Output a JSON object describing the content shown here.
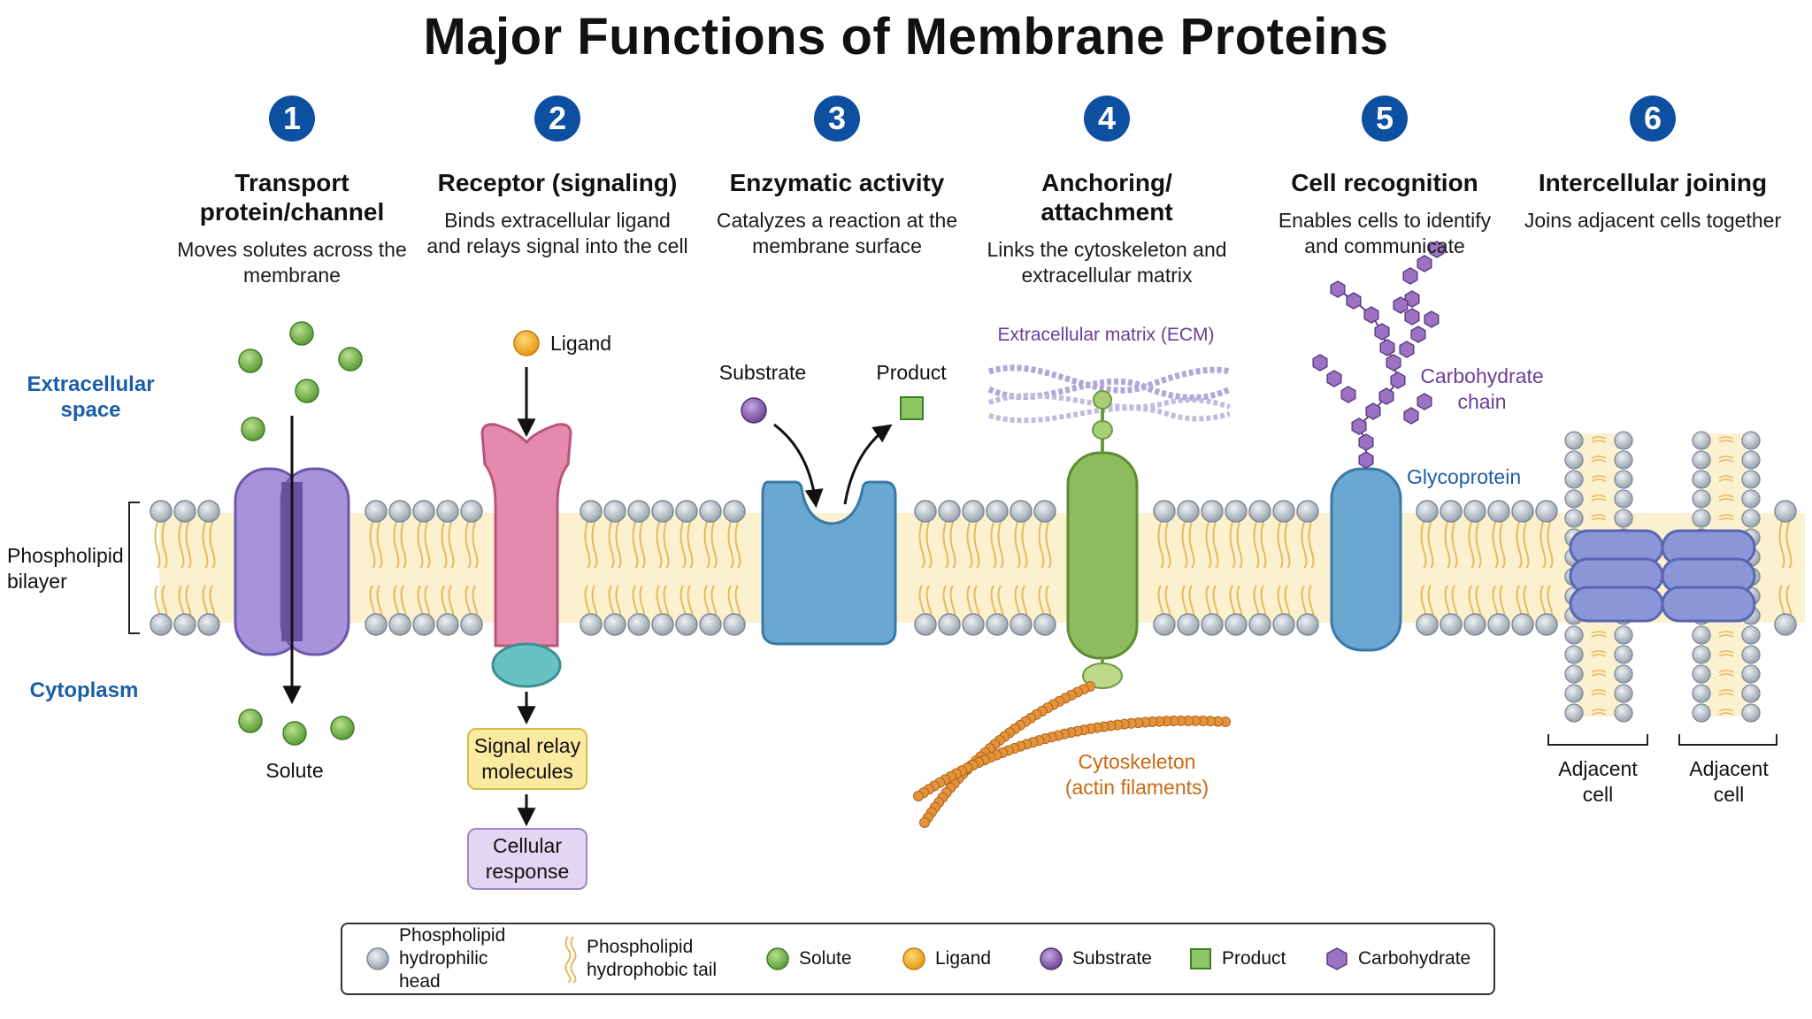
{
  "title": "Major Functions of Membrane Proteins",
  "columns": [
    {
      "num": "1",
      "title": "Transport protein/channel",
      "desc": "Moves solutes across the membrane"
    },
    {
      "num": "2",
      "title": "Receptor (signaling)",
      "desc": "Binds extracellular ligand and relays signal into the cell"
    },
    {
      "num": "3",
      "title": "Enzymatic activity",
      "desc": "Catalyzes a reaction at the membrane surface"
    },
    {
      "num": "4",
      "title": "Anchoring/ attachment",
      "desc": "Links the cytoskeleton and extracellular matrix"
    },
    {
      "num": "5",
      "title": "Cell recognition",
      "desc": "Enables cells to identify and communicate"
    },
    {
      "num": "6",
      "title": "Intercellular joining",
      "desc": "Joins adjacent cells together"
    }
  ],
  "labels": {
    "extracellular": "Extracellular space",
    "cytoplasm": "Cytoplasm",
    "bilayer": "Phospholipid bilayer",
    "solute": "Solute",
    "ligand": "Ligand",
    "signal_relay": "Signal relay molecules",
    "cellular_response": "Cellular response",
    "substrate": "Substrate",
    "product": "Product",
    "ecm": "Extracellular matrix (ECM)",
    "cytoskeleton": "Cytoskeleton (actin filaments)",
    "carbohydrate_chain": "Carbohydrate chain",
    "glycoprotein": "Glycoprotein",
    "adjacent_cell_1": "Adjacent cell",
    "adjacent_cell_2": "Adjacent cell"
  },
  "legend": [
    {
      "icon": "phospholipid-head-icon",
      "label": "Phospholipid hydrophilic head"
    },
    {
      "icon": "phospholipid-tail-icon",
      "label": "Phospholipid hydrophobic tail"
    },
    {
      "icon": "solute-icon",
      "label": "Solute"
    },
    {
      "icon": "ligand-icon",
      "label": "Ligand"
    },
    {
      "icon": "substrate-icon",
      "label": "Substrate"
    },
    {
      "icon": "product-icon",
      "label": "Product"
    },
    {
      "icon": "carbohydrate-icon",
      "label": "Carbohydrate"
    }
  ],
  "colors": {
    "number_badge": "#0d4fa0",
    "label_blue": "#1b5ea8",
    "lipid_head": "#b9c1cb",
    "lipid_tail": "#e8b85c",
    "bilayer_fill": "#fbf1cf",
    "transport": "#9f8ad3",
    "receptor": "#e58aac",
    "receptor_foot": "#68c2c4",
    "enzyme": "#6aa8d2",
    "anchor": "#8dbb5d",
    "glycoprotein": "#6aa8d2",
    "junction": "#8a96d8",
    "solute": "#7dbd55",
    "ligand": "#f4b12c",
    "substrate": "#8a64b3",
    "product": "#7dbd55",
    "carbohydrate": "#9b73c2",
    "cytoskeleton": "#d9822b",
    "ecm": "#b1a7d8"
  }
}
